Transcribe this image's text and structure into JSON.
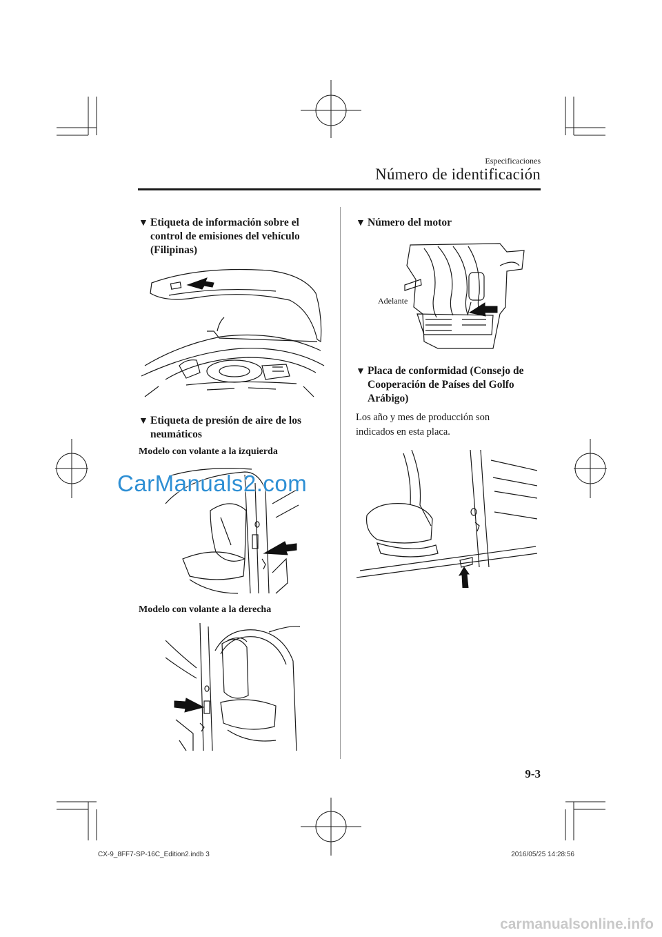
{
  "header": {
    "section": "Especificaciones",
    "title": "Número de identificación"
  },
  "left": {
    "heading1": [
      "Etiqueta de información sobre el",
      "control de emisiones del vehículo",
      "(Filipinas)"
    ],
    "heading2": [
      "Etiqueta de presión de aire de los",
      "neumáticos"
    ],
    "subheading_left": "Modelo con volante a la izquierda",
    "subheading_right": "Modelo con volante a la derecha"
  },
  "right": {
    "heading1": "Número del motor",
    "engine_label": "Adelante",
    "heading2": [
      "Placa de conformidad (Consejo de",
      "Cooperación de Países del Golfo",
      "Arábigo)"
    ],
    "body": [
      "Los año y mes de producción son",
      "indicados en esta placa."
    ]
  },
  "page_number": "9-3",
  "footer": {
    "file": "CX-9_8FF7-SP-16C_Edition2.indb   3",
    "timestamp": "2016/05/25   14:28:56"
  },
  "watermarks": {
    "carmanuals": "CarManuals2.com",
    "site": "carmanualsonline.info"
  },
  "icons": {
    "heading_marker": "▼"
  },
  "colors": {
    "watermark_blue": "#2e8fd4",
    "text": "#1a1a1a"
  }
}
